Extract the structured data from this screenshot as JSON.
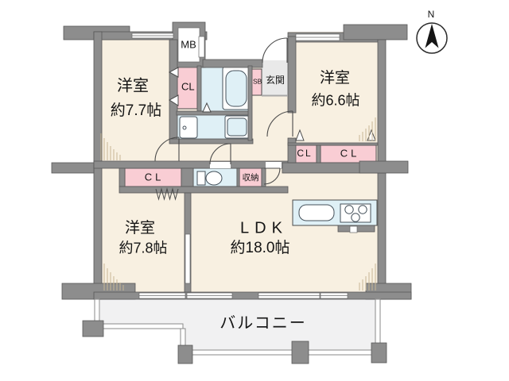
{
  "compass": {
    "label": "N"
  },
  "rooms": {
    "west1": {
      "name": "洋室",
      "size": "約7.7帖"
    },
    "west2": {
      "name": "洋室",
      "size": "約6.6帖"
    },
    "west3": {
      "name": "洋室",
      "size": "約7.8帖"
    },
    "ldk": {
      "name": "LDK",
      "size": "約18.0帖"
    }
  },
  "labels": {
    "balcony": "バルコニー",
    "meter_box": "MB",
    "closet": "CL",
    "shoe_box": "SB",
    "entrance": "玄関",
    "storage": "収納"
  },
  "colors": {
    "wall": "#8d8d8d",
    "floor": "#f8f0e1",
    "closet_pink": "#f9cdd4",
    "wet_area_blue": "#dff0f6",
    "entrance_gray": "#e9e9e9",
    "balcony_gray": "#f1f1f2"
  }
}
